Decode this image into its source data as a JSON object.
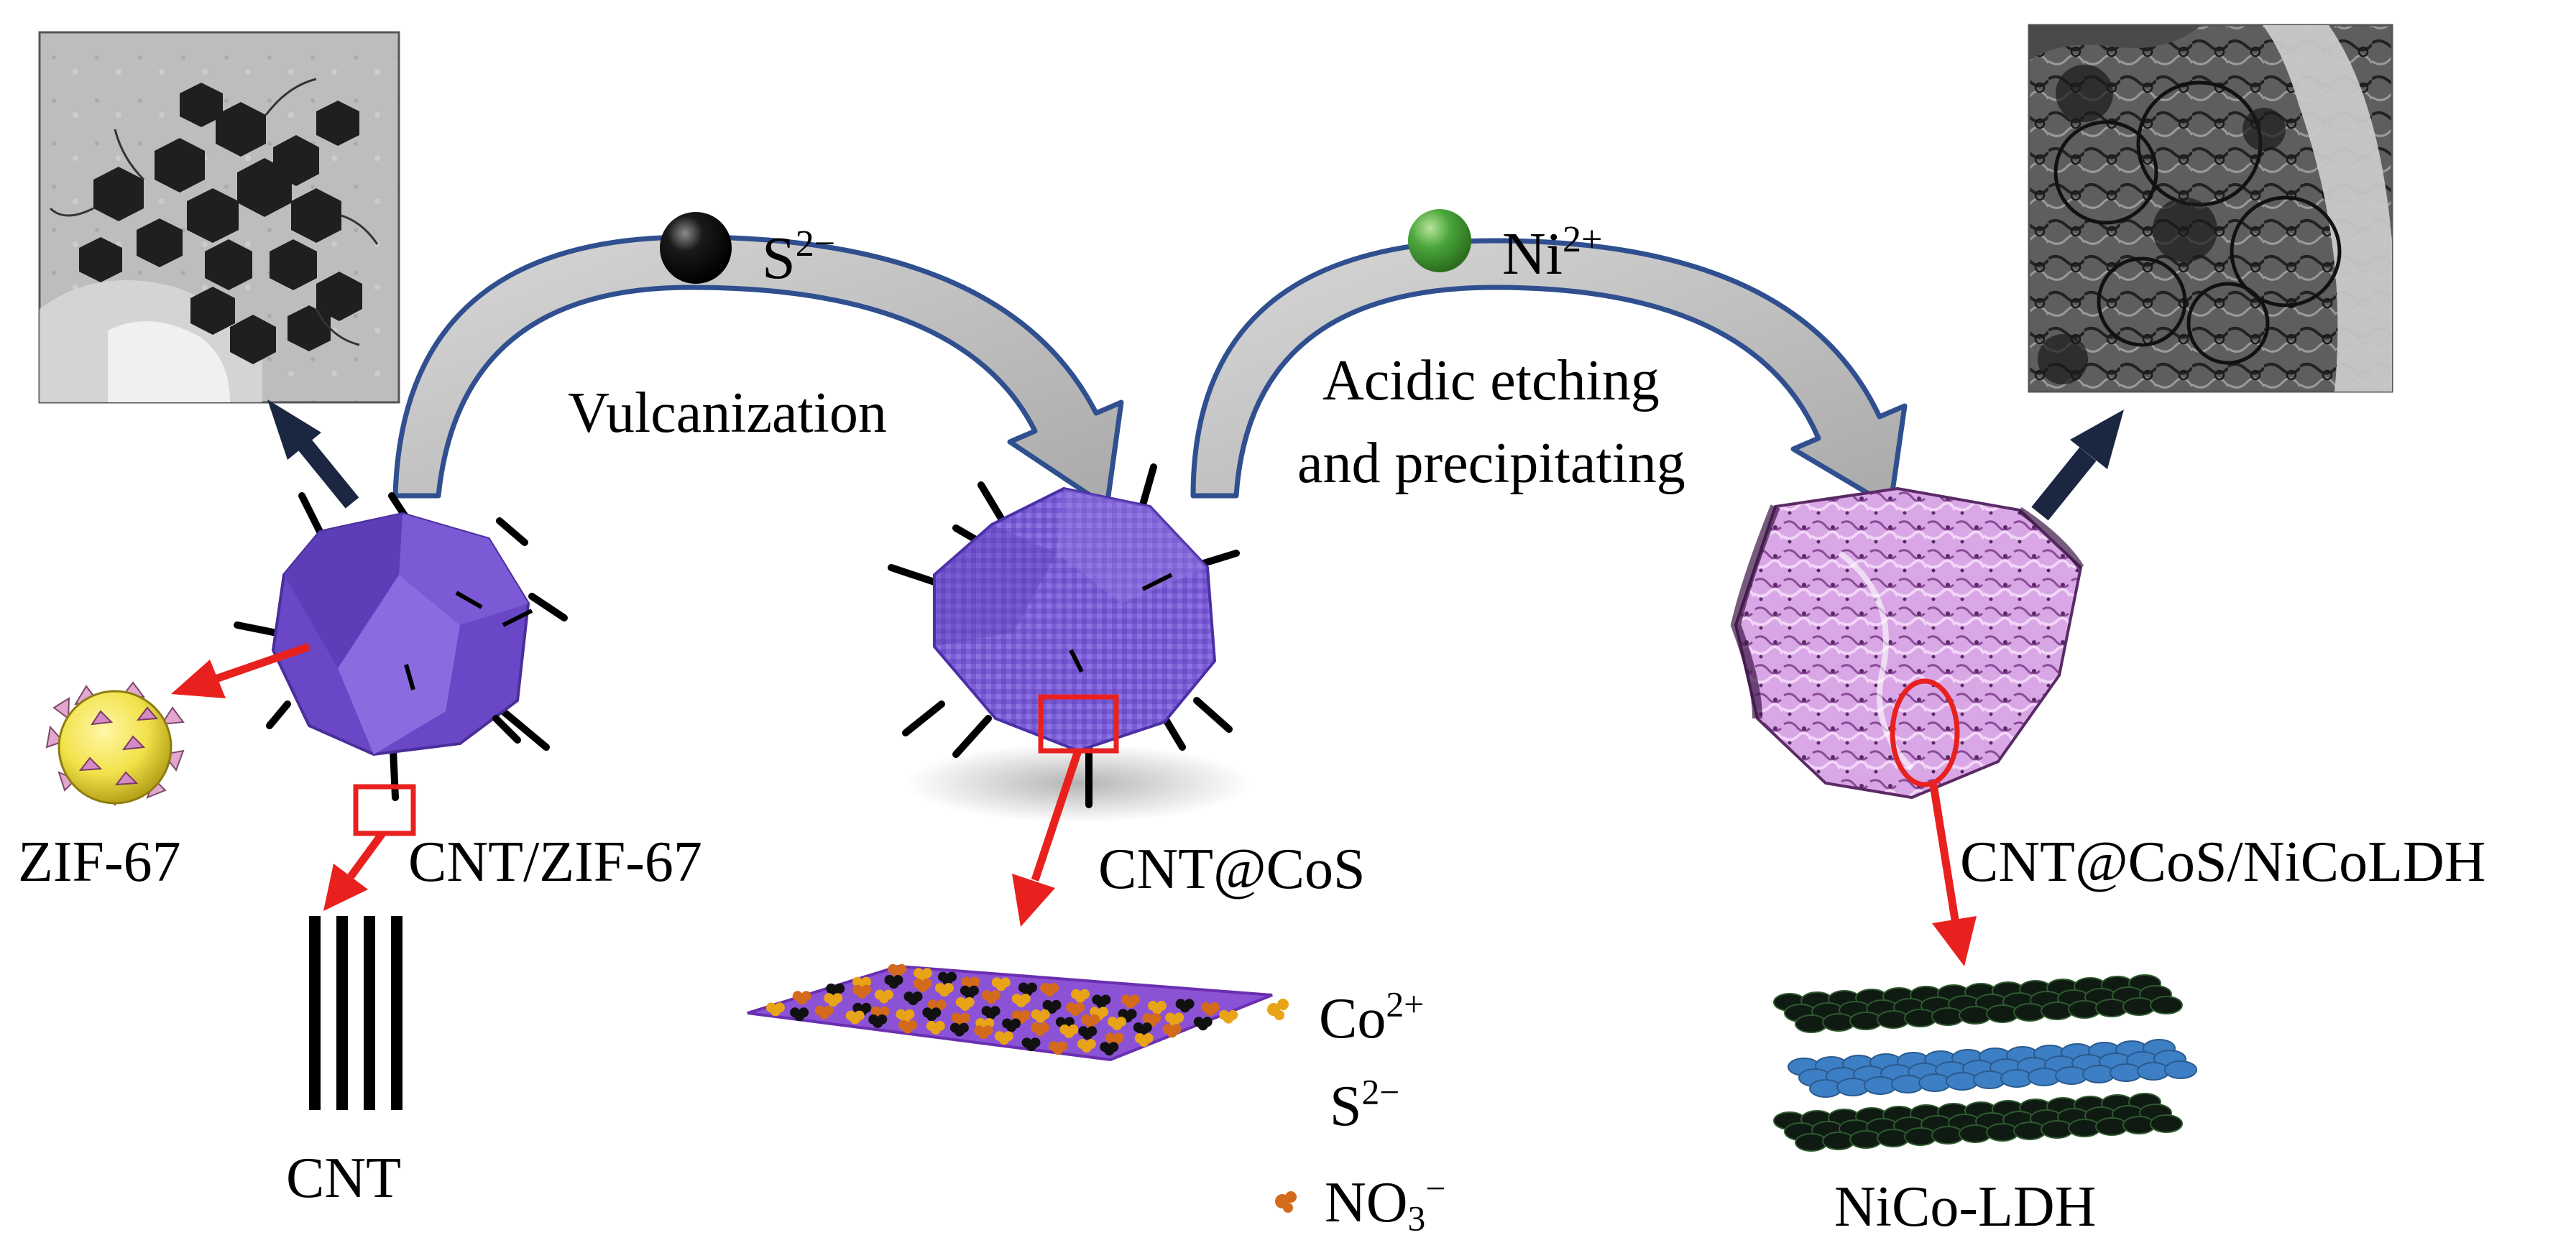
{
  "labels": {
    "vulcanization": "Vulcanization",
    "acidic_line1": "Acidic etching",
    "acidic_line2": "and precipitating",
    "zif67": "ZIF-67",
    "cnt_zif67": "CNT/ZIF-67",
    "cnt": "CNT",
    "cnt_cos": "CNT@CoS",
    "cnt_cos_nicoldh": "CNT@CoS/NiCoLDH",
    "nico_ldh": "NiCo-LDH"
  },
  "ions": {
    "sulfide_base": "S",
    "sulfide_charge": "2−",
    "nickel_base": "Ni",
    "nickel_charge": "2+",
    "cobalt_base": "Co",
    "cobalt_charge": "2+",
    "nitrate_base": "NO",
    "nitrate_sub": "3",
    "nitrate_charge": "−"
  },
  "colors": {
    "process_arrow_fill": "#c9c9c9",
    "process_arrow_stroke": "#2f4f8f",
    "pointer_red": "#e8211f",
    "zif67_purple": "#6a47c6",
    "cos_purple": "#7a5cd6",
    "ldh_pink": "#c98ad8",
    "ldh_blue": "#3d7fc4",
    "ldh_black": "#0f1a12",
    "sulfide_ion": "#111111",
    "nickel_ion": "#3f9a32",
    "cobalt_ion": "#e8a317",
    "nitrate_ion": "#d46a1c"
  }
}
